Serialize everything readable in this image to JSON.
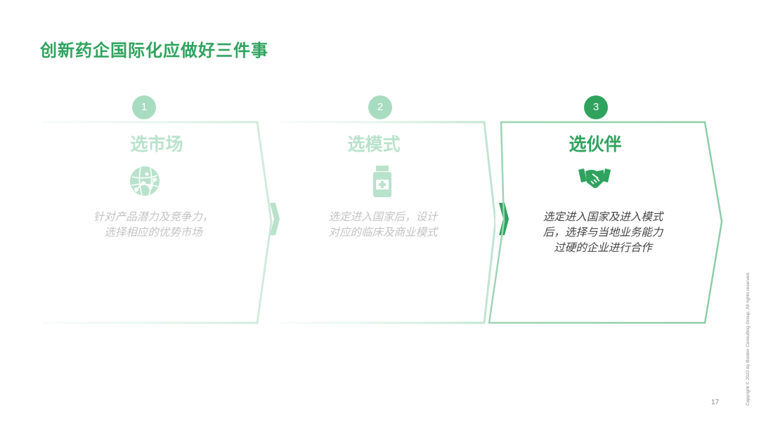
{
  "title": "创新药企国际化应做好三件事",
  "steps": [
    {
      "number": "1",
      "heading": "选市场",
      "icon": "globe-network-icon",
      "lines": [
        "针对产品潜力及竞争力，",
        "选择相应的优势市场"
      ],
      "state": "faded"
    },
    {
      "number": "2",
      "heading": "选模式",
      "icon": "medicine-bottle-icon",
      "lines": [
        "选定进入国家后，设计",
        "对应的临床及商业模式"
      ],
      "state": "faded"
    },
    {
      "number": "3",
      "heading": "选伙伴",
      "icon": "handshake-icon",
      "lines": [
        "选定进入国家及进入模式",
        "后，选择与当地业务能力",
        "过硬的企业进行合作"
      ],
      "state": "active"
    }
  ],
  "colors": {
    "accent": "#2fa35e",
    "faded": "#a8dcc0"
  },
  "copyright": "Copyright © 2022 by Boston Consulting Group. All rights reserved.",
  "page_number": "17"
}
